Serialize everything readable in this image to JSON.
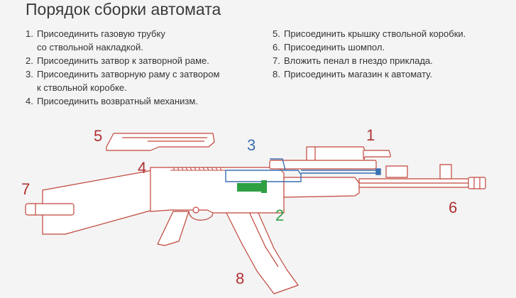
{
  "title": "Порядок сборки автомата",
  "steps_left": [
    {
      "num": "1.",
      "text": "Присоединить газовую трубку",
      "cont": "со ствольной накладкой."
    },
    {
      "num": "2.",
      "text": "Присоединить затвор к затворной раме.",
      "cont": ""
    },
    {
      "num": "3.",
      "text": "Присоединить затворную раму с затвором",
      "cont": "к ствольной коробке."
    },
    {
      "num": "4.",
      "text": "Присоединить возвратный механизм.",
      "cont": ""
    }
  ],
  "steps_right": [
    {
      "num": "5.",
      "text": "Присоединить крышку ствольной коробки.",
      "cont": ""
    },
    {
      "num": "6.",
      "text": "Присоединить шомпол.",
      "cont": ""
    },
    {
      "num": "7.",
      "text": "Вложить пенал в гнездо приклада.",
      "cont": ""
    },
    {
      "num": "8.",
      "text": "Присоединить магазин к автомату.",
      "cont": ""
    }
  ],
  "labels": {
    "l1": "1",
    "l2": "2",
    "l3": "3",
    "l4": "4",
    "l5": "5",
    "l6": "6",
    "l7": "7",
    "l8": "8"
  },
  "colors": {
    "red": "#b03030",
    "blue": "#3a6fb0",
    "green": "#2ea043",
    "outline": "#c0463a",
    "body": "#ffffff"
  }
}
